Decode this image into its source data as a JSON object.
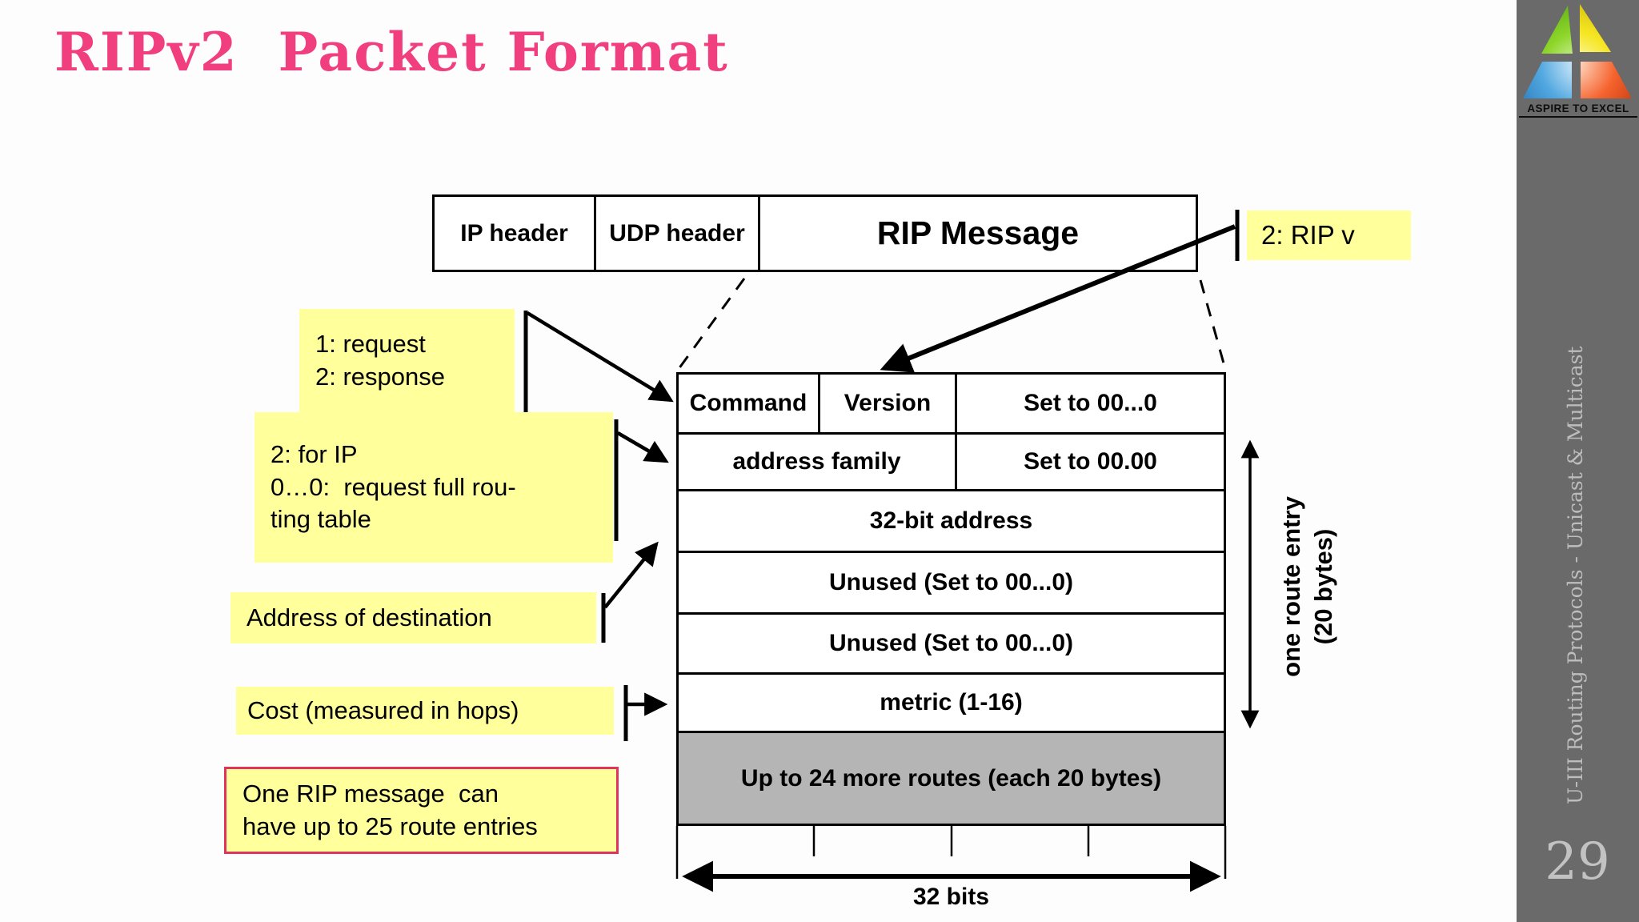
{
  "title": "RIPv2  Packet Format",
  "top_table": {
    "cells": [
      "IP header",
      "UDP header",
      "RIP Message"
    ]
  },
  "packet_table": {
    "row1": [
      "Command",
      "Version",
      "Set to 00...0"
    ],
    "row2": [
      "address family",
      "Set to 00.00"
    ],
    "row3": "32-bit address",
    "row4": "Unused (Set to 00...0)",
    "row5": "Unused (Set to 00...0)",
    "row6": "metric (1-16)",
    "row7": "Up to 24 more routes (each 20 bytes)"
  },
  "callouts": {
    "rip_version": "2: RIP v",
    "command": {
      "line1": "1: request",
      "line2": "2: response"
    },
    "family": {
      "line1": "2: for IP",
      "line2": "0…0:  request full rou-",
      "line3": "ting table"
    },
    "address": "Address of destination",
    "metric": "Cost (measured in hops)",
    "note": {
      "line1": "One RIP message  can",
      "line2": "have up to 25 route entries"
    }
  },
  "measures": {
    "route_entry_line1": "one route entry",
    "route_entry_line2": "(20 bytes)",
    "width_label": "32 bits"
  },
  "sidebar": {
    "course": "U-III Routing Protocols - Unicast & Multicast",
    "page": "29",
    "logo_caption": "ASPIRE TO EXCEL"
  },
  "colors": {
    "title": "#f03e7f",
    "callout_bg": "#ffff9c",
    "note_border": "#e0335e",
    "more_routes_bg": "#b5b5b5",
    "sidebar_bg": "#6a6a6a"
  }
}
